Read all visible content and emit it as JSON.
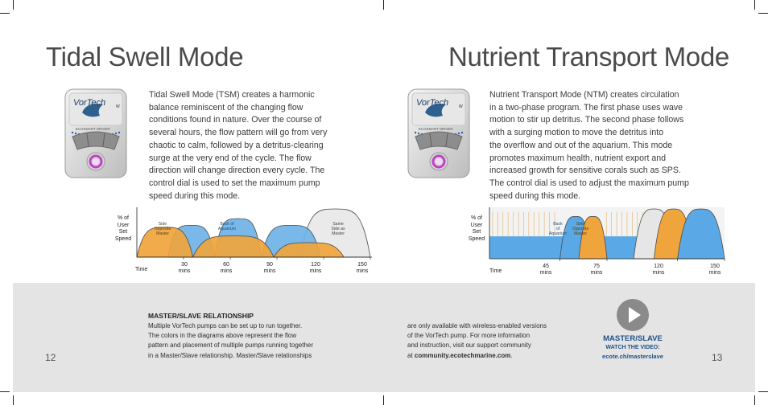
{
  "left_page": {
    "title": "Tidal Swell Mode",
    "body": "Tidal Swell Mode (TSM) creates a harmonic\nbalance reminiscent of the changing flow\nconditions found in nature. Over the course of\nseveral hours, the flow pattern will go from very\nchaotic to calm, followed by a detritus-clearing\nsurge at the very end of the cycle. The flow\ndirection will change direction every cycle. The\ncontrol dial is used to set the maximum pump\nspeed during this mode.",
    "device": {
      "brand": "VorTech",
      "sub": "ECOSMART DRIVER",
      "mark": "W"
    },
    "page_number": "12"
  },
  "right_page": {
    "title": "Nutrient Transport Mode",
    "body": "Nutrient Transport Mode (NTM) creates circulation\nin a two-phase program. The first phase uses wave\nmotion to stir up detritus. The second phase follows\nwith a surging motion to move the detritus into\nthe overflow and out of the aquarium. This mode\npromotes maximum health, nutrient export and\nincreased growth for sensitive corals such as SPS.\nThe control dial is used to adjust the maximum pump\nspeed during this mode.",
    "device": {
      "brand": "VorTech",
      "sub": "ECOSMART DRIVER",
      "mark": "W"
    },
    "page_number": "13"
  },
  "chart_data": [
    {
      "type": "area",
      "ylabel": "% of\nUser\nSet\nSpeed",
      "xlabel": "Time",
      "x_ticks": [
        "30\nmins",
        "60\nmins",
        "90\nmins",
        "120\nmins",
        "150\nmins"
      ],
      "x_tick_values": [
        30,
        60,
        90,
        120,
        150
      ],
      "xlim": [
        0,
        150
      ],
      "ylim": [
        0,
        100
      ],
      "regions": [
        {
          "label": "Side\nOpposite\nMaster",
          "x": 17,
          "color": "#f0a43c"
        },
        {
          "label": "Back of\nAquarium",
          "x": 57,
          "color": "#6eb2e6"
        },
        {
          "label": "Same\nSide as\nMaster",
          "x": 137,
          "color": "#e6e6e6"
        }
      ],
      "series": [
        {
          "name": "Side Opposite Master",
          "color": "#f0a43c",
          "arches": [
            [
              0,
              36,
              62
            ],
            [
              36,
              88,
              44
            ],
            [
              88,
              133,
              30
            ]
          ]
        },
        {
          "name": "Back of Aquarium",
          "color": "#6eb2e6",
          "arches": [
            [
              20,
              50,
              66
            ],
            [
              50,
              80,
              80
            ],
            [
              80,
              118,
              66
            ]
          ]
        },
        {
          "name": "Same Side as Master",
          "color": "#e6e6e6",
          "arches": [
            [
              105,
              150,
              100
            ]
          ]
        }
      ]
    },
    {
      "type": "area",
      "ylabel": "% of\nUser\nSet\nSpeed",
      "xlabel": "Time",
      "x_ticks": [
        "45\nmins",
        "75\nmins",
        "120\nmins",
        "150\nmins"
      ],
      "x_tick_values": [
        45,
        75,
        120,
        150
      ],
      "xlim": [
        0,
        150
      ],
      "ylim": [
        0,
        100
      ],
      "regions": [
        {
          "label": "Back\nof\nAquarium",
          "x": 53,
          "color": "#6eb2e6"
        },
        {
          "label": "Side\nOpposite\nMaster",
          "x": 70,
          "color": "#f0a43c"
        }
      ],
      "base_level": 45,
      "pulse_spacing": 3.3,
      "pulse_top": 94
    }
  ],
  "master_slave": {
    "heading": "MASTER/SLAVE RELATIONSHIP",
    "col1": "Multiple VorTech pumps can be set up to run together.\nThe colors in the diagrams above represent the flow\npattern and placement of multiple pumps running together\nin a Master/Slave relationship. Master/Slave relationships",
    "col2_lines": [
      "are only available with wireless-enabled versions",
      "of the VorTech pump. For more information",
      "and instruction, visit our support community"
    ],
    "col2_prefix": "at ",
    "col2_link": "community.ecotechmarine.com",
    "col2_suffix": "."
  },
  "video": {
    "title": "MASTER/SLAVE",
    "subtitle": "WATCH THE VIDEO:",
    "link": "ecote.ch/masterslave"
  },
  "colors": {
    "orange": "#f0a43c",
    "blue": "#6eb2e6",
    "navy": "#1f4f86",
    "band": "#e4e4e4"
  }
}
